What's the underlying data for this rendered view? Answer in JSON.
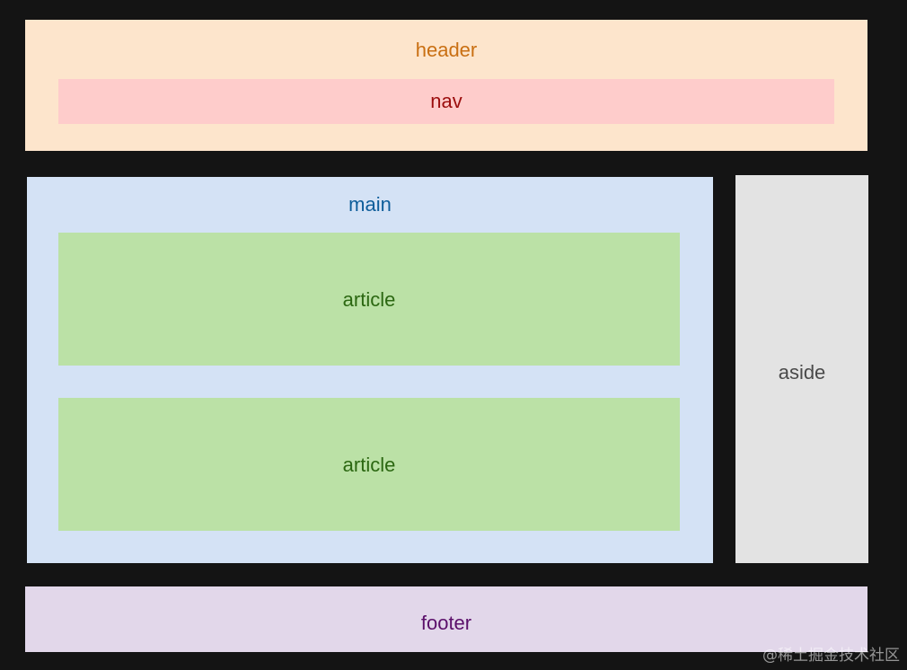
{
  "layout": {
    "header": "header",
    "nav": "nav",
    "main": "main",
    "articles": [
      "article",
      "article"
    ],
    "aside": "aside",
    "footer": "footer"
  },
  "watermark": "@稀土掘金技术社区",
  "colors": {
    "background": "#141414",
    "header": "#fde5cc",
    "nav": "#fecccb",
    "main": "#d4e2f5",
    "article": "#bbe1a6",
    "aside": "#e3e3e3",
    "footer": "#e2d7ea"
  }
}
